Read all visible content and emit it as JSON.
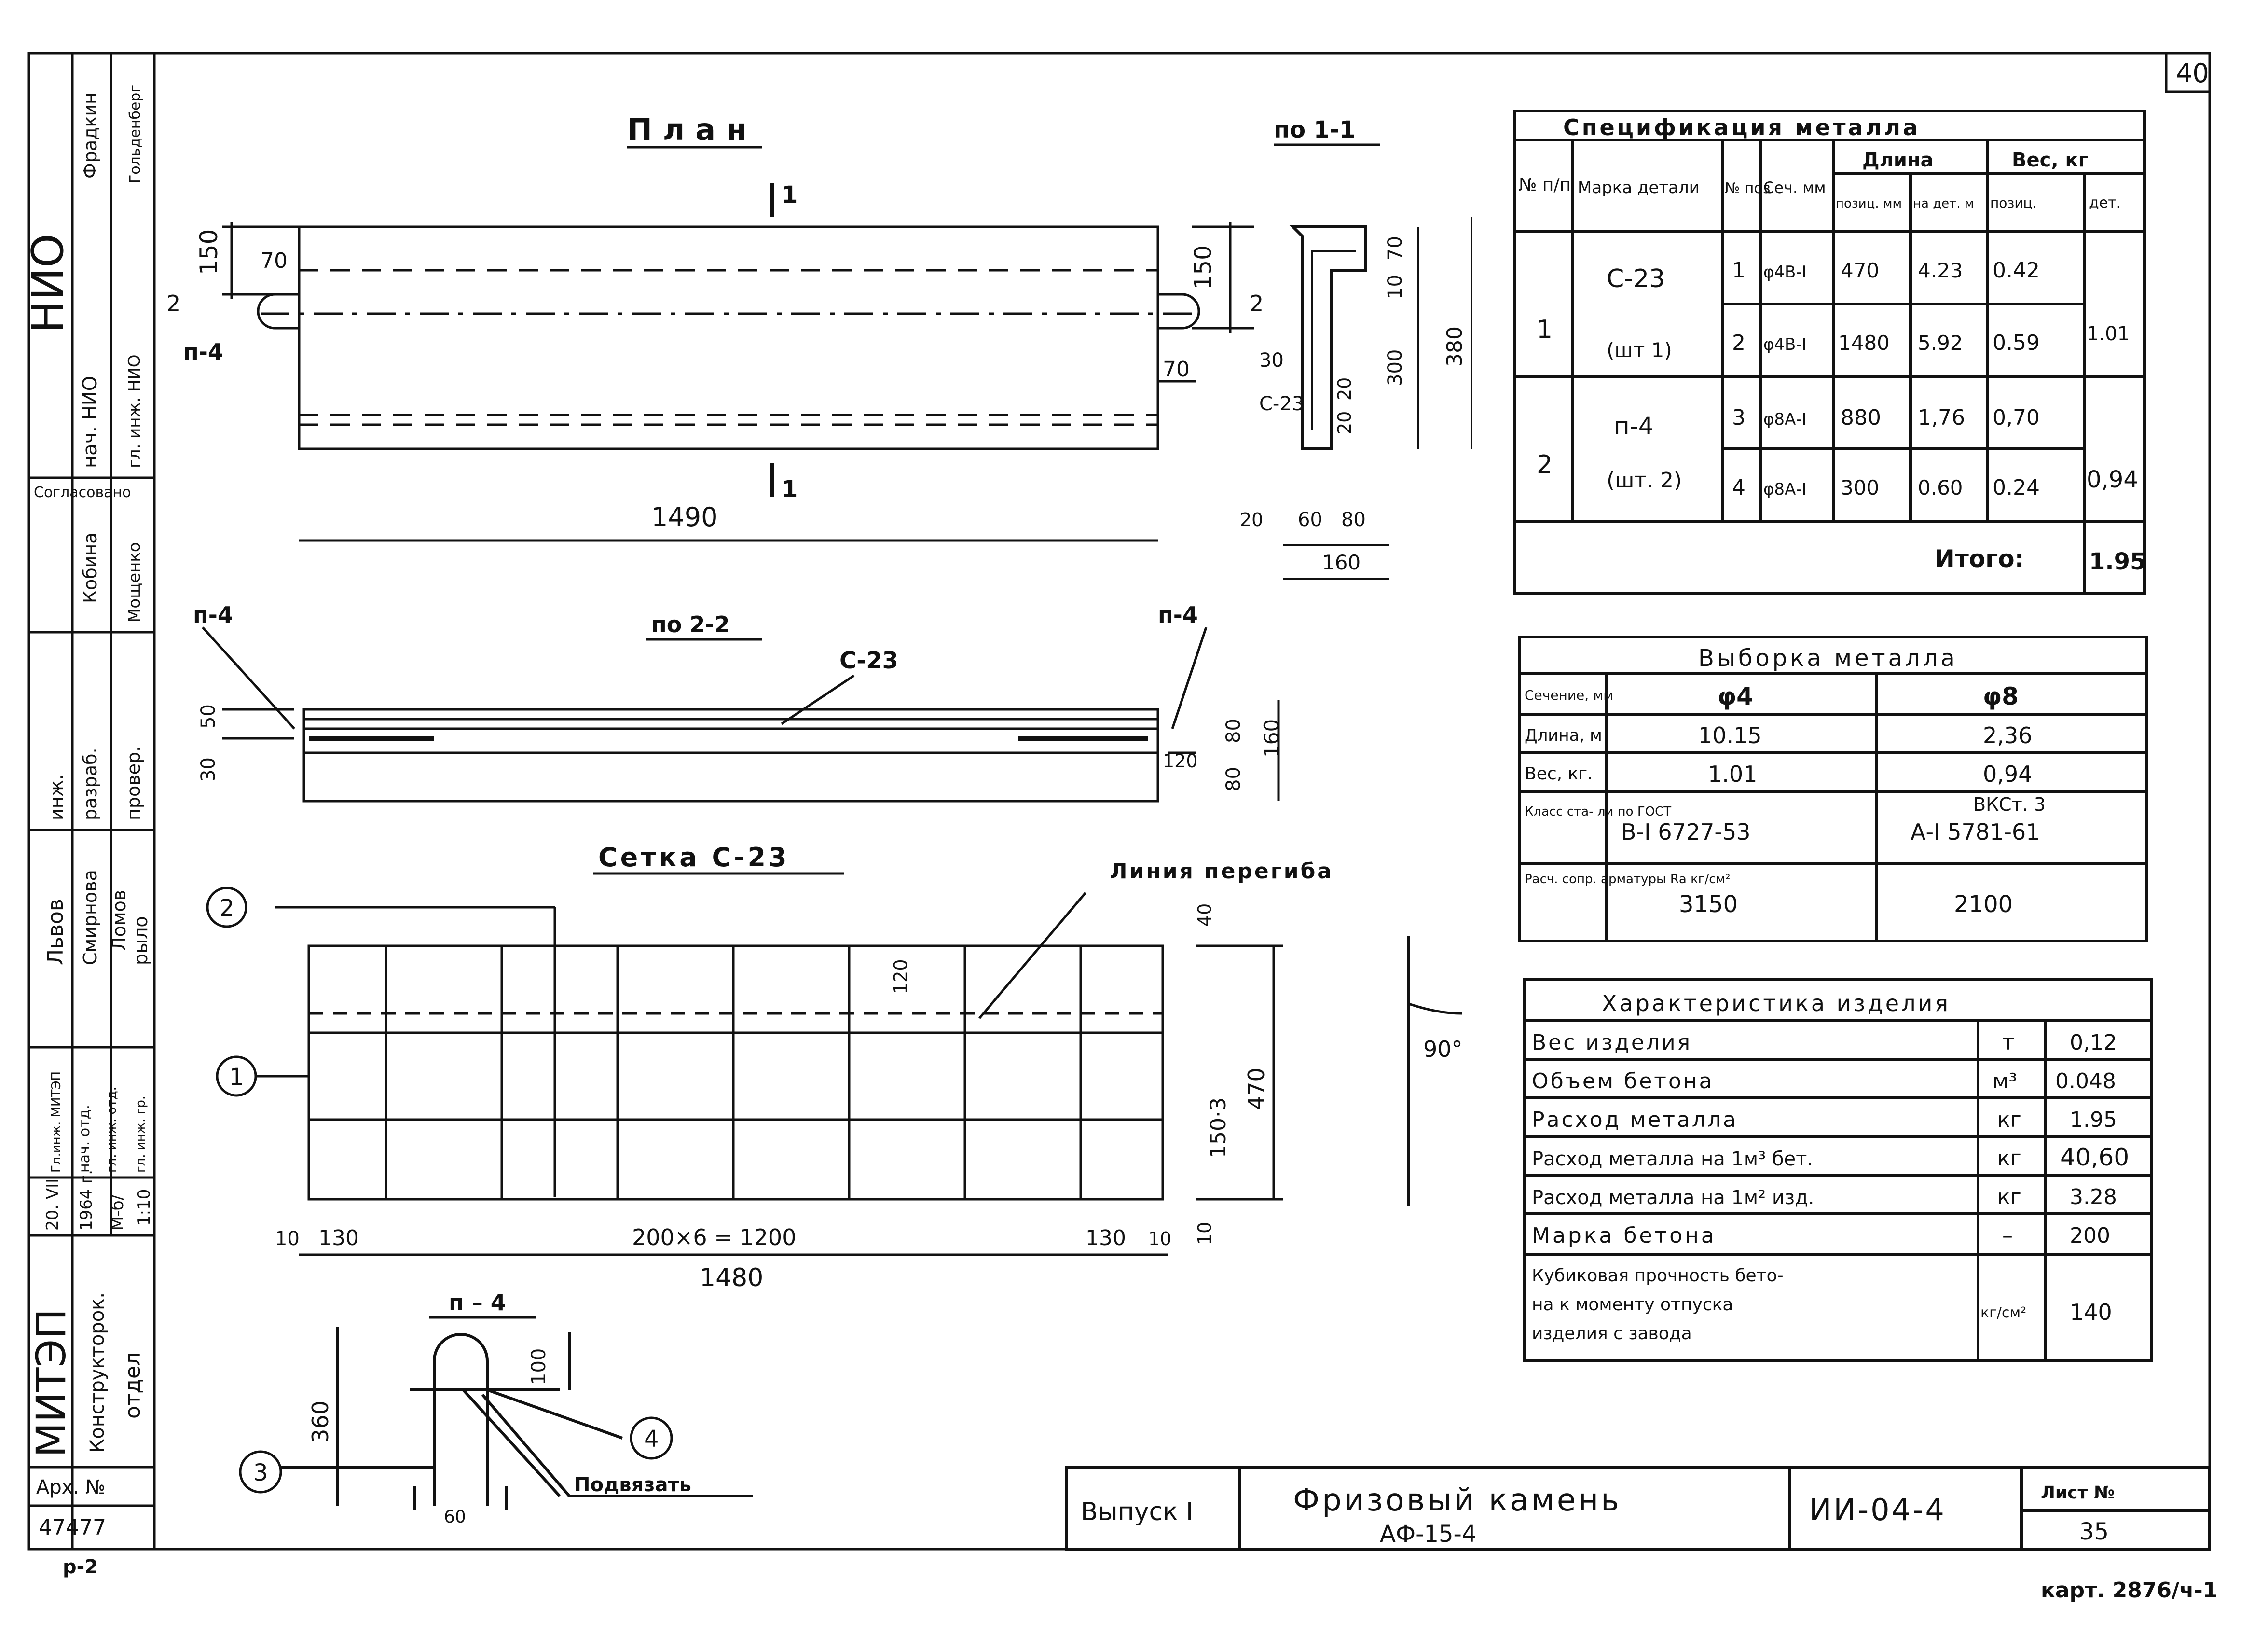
{
  "sheet_number": "40",
  "plan": {
    "title": "План",
    "section_mark_top": "1",
    "section_mark_bottom": "1",
    "dims": {
      "d150": "150",
      "d70": "70",
      "d2": "2",
      "p4": "п-4",
      "d70b": "70",
      "d1490": "1490",
      "d150r": "150",
      "d2r": "2"
    }
  },
  "section11": {
    "title": "по 1-1",
    "dims": {
      "d70": "70",
      "d10": "10",
      "d300": "300",
      "d380": "380",
      "d30": "30",
      "d20a": "20",
      "d20b": "20",
      "d20c": "20",
      "d60": "60",
      "d80": "80",
      "d160": "160",
      "c23": "С-23"
    }
  },
  "section22": {
    "title": "по 2-2",
    "labels": {
      "p4l": "п-4",
      "p4r": "п-4",
      "c23": "С-23"
    },
    "dims": {
      "d50": "50",
      "d30": "30",
      "d80": "80",
      "d160": "160",
      "d80b": "80",
      "d120": "120"
    }
  },
  "mesh": {
    "title": "Сетка С-23",
    "bend_line": "Линия перегиба",
    "pos1": "1",
    "pos2": "2",
    "dims": {
      "d40": "40",
      "d120": "120",
      "d150x3": "150·3",
      "d470": "470",
      "d10a": "10",
      "d130a": "130",
      "span": "200×6 = 1200",
      "d130b": "130",
      "d10b": "10",
      "d10c": "10",
      "d1480": "1480",
      "angle": "90°"
    }
  },
  "p4_detail": {
    "title": "п – 4",
    "d360": "360",
    "d100": "100",
    "d60": "60",
    "pos3": "3",
    "pos4": "4",
    "tie": "Подвязать"
  },
  "spec": {
    "title": "Спецификация металла",
    "headers": {
      "num": "№ п/п",
      "mark": "Марка детали",
      "pos": "№ поз.",
      "sec": "Сеч. мм",
      "len": "Длина",
      "len_pos": "позиц. мм",
      "len_det": "на дет. м",
      "weight": "Вес, кг",
      "w_pos": "позиц.",
      "w_det": "дет."
    },
    "rows": [
      {
        "num": "1",
        "mark_a": "С-23",
        "mark_b": "(шт 1)",
        "pos": "1",
        "sec": "φ4В-I",
        "len_pos": "470",
        "len_det": "4.23",
        "w_pos": "0.42",
        "w_det": "1.01"
      },
      {
        "pos": "2",
        "sec": "φ4В-I",
        "len_pos": "1480",
        "len_det": "5.92",
        "w_pos": "0.59"
      },
      {
        "num": "2",
        "mark_a": "п-4",
        "mark_b": "(шт. 2)",
        "pos": "3",
        "sec": "φ8А-I",
        "len_pos": "880",
        "len_det": "1,76",
        "w_pos": "0,70",
        "w_det": "0,94"
      },
      {
        "pos": "4",
        "sec": "φ8А-I",
        "len_pos": "300",
        "len_det": "0.60",
        "w_pos": "0.24"
      }
    ],
    "total_label": "Итого:",
    "total_value": "1.95"
  },
  "selection": {
    "title": "Выборка металла",
    "rows": [
      {
        "label": "Сечение, мм",
        "a": "φ4",
        "b": "φ8"
      },
      {
        "label": "Длина, м",
        "a": "10.15",
        "b": "2,36"
      },
      {
        "label": "Вес, кг.",
        "a": "1.01",
        "b": "0,94"
      },
      {
        "label": "Класс ста- ли по ГОСТ",
        "a": "В-I 6727-53",
        "b_top": "ВКСт. 3",
        "b": "А-I 5781-61"
      },
      {
        "label": "Расч. сопр. арматуры Rа кг/см²",
        "a": "3150",
        "b": "2100"
      }
    ]
  },
  "characteristics": {
    "title": "Характеристика изделия",
    "rows": [
      {
        "name": "Вес изделия",
        "unit": "т",
        "value": "0,12"
      },
      {
        "name": "Объем бетона",
        "unit": "м³",
        "value": "0.048"
      },
      {
        "name": "Расход металла",
        "unit": "кг",
        "value": "1.95"
      },
      {
        "name": "Расход металла на 1м³ бет.",
        "unit": "кг",
        "value": "40,60"
      },
      {
        "name": "Расход металла на 1м² изд.",
        "unit": "кг",
        "value": "3.28"
      },
      {
        "name": "Марка бетона",
        "unit": "–",
        "value": "200"
      },
      {
        "name_lines": [
          "Кубиковая прочность бето-",
          "на к моменту отпуска",
          "изделия с завода"
        ],
        "unit": "кг/см²",
        "value": "140"
      }
    ]
  },
  "title_block": {
    "issue": "Выпуск I",
    "name": "Фризовый камень",
    "code": "АФ-15-4",
    "series": "ИИ-04-4",
    "sheet_label": "Лист №",
    "sheet_no": "35"
  },
  "left_strip": {
    "nio": "НИО",
    "nach_nio": "нач. НИО",
    "gl_inzh_nio": "гл. инж. НИО",
    "fradkin": "Фрадкин",
    "goldenberg": "Гольденберг",
    "soglasovano": "Согласовано",
    "kobina": "Кобина",
    "moshchenko": "Мощенко",
    "inzh": "инж.",
    "razrab": "разраб.",
    "prover": "провер.",
    "lvov": "Львов",
    "smirnova": "Смирнова",
    "lomov": "Ломов",
    "rylo": "рыло",
    "gl_inzh_mitep": "Гл.инж. МИТЭП",
    "nach_otd": "нач. отд.",
    "gl_inzh_otd": "гл. инж. отд.",
    "gl_inzh_gr": "гл. инж. гр.",
    "date_a": "20. VII",
    "date_b": "1964 г.",
    "scale_a": "М-б/",
    "scale_b": "1:10",
    "org": "МИТЭП",
    "dept_a": "Конструкторок.",
    "dept_b": "отдел",
    "arch_label": "Арх. №",
    "arch_no": "47477",
    "sub": "р-2"
  },
  "card": "карт. 2876/ч-1"
}
